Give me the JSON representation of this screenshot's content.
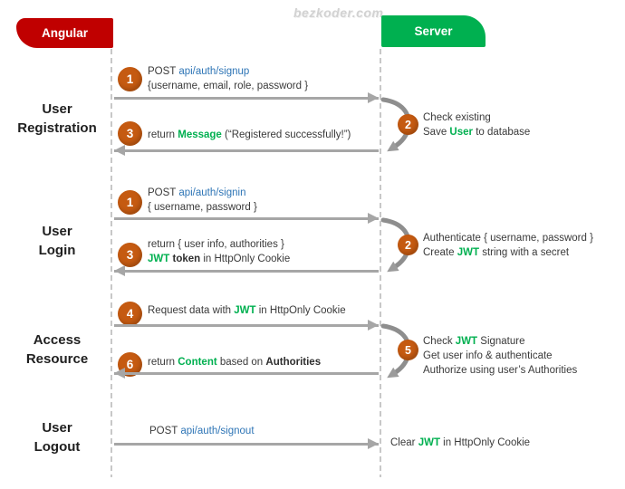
{
  "watermark": "bezkoder.com",
  "actors": {
    "client": "Angular",
    "server": "Server"
  },
  "colors": {
    "client_banner": "#C00000",
    "server_banner": "#00B050",
    "step_circle": "#C55A11",
    "link_blue": "#2E75B6",
    "highlight_green": "#00B050",
    "arrow_gray": "#A6A6A6",
    "body_text": "#3A3A3A"
  },
  "sections": [
    {
      "label_lines": [
        "User",
        "Registration"
      ],
      "client_messages": [
        {
          "step": "1",
          "lines": [
            [
              {
                "t": "POST "
              },
              {
                "t": "api/auth/signup",
                "k": "link"
              }
            ],
            [
              {
                "t": "{username, email, role, password }"
              }
            ]
          ]
        },
        {
          "step": "3",
          "lines": [
            [
              {
                "t": "return "
              },
              {
                "t": "Message",
                "k": "green"
              },
              {
                "t": " (“Registered successfully!”)"
              }
            ]
          ]
        }
      ],
      "server_note": {
        "step": "2",
        "lines": [
          [
            {
              "t": "Check existing"
            }
          ],
          [
            {
              "t": "Save "
            },
            {
              "t": "User",
              "k": "green"
            },
            {
              "t": " to database"
            }
          ]
        ]
      }
    },
    {
      "label_lines": [
        "User",
        "Login"
      ],
      "client_messages": [
        {
          "step": "1",
          "lines": [
            [
              {
                "t": "POST "
              },
              {
                "t": "api/auth/signin",
                "k": "link"
              }
            ],
            [
              {
                "t": "{ username, password }"
              }
            ]
          ]
        },
        {
          "step": "3",
          "lines": [
            [
              {
                "t": "return { user info, authorities }"
              }
            ],
            [
              {
                "t": "JWT",
                "k": "green"
              },
              {
                "t": " "
              },
              {
                "t": "token",
                "k": "bold"
              },
              {
                "t": " in HttpOnly Cookie"
              }
            ]
          ]
        }
      ],
      "server_note": {
        "step": "2",
        "lines": [
          [
            {
              "t": "Authenticate { username, password }"
            }
          ],
          [
            {
              "t": "Create "
            },
            {
              "t": "JWT",
              "k": "green"
            },
            {
              "t": " string with a secret"
            }
          ]
        ]
      }
    },
    {
      "label_lines": [
        "Access",
        "Resource"
      ],
      "client_messages": [
        {
          "step": "4",
          "lines": [
            [
              {
                "t": "Request data with "
              },
              {
                "t": "JWT",
                "k": "green"
              },
              {
                "t": " in HttpOnly Cookie"
              }
            ]
          ]
        },
        {
          "step": "6",
          "lines": [
            [
              {
                "t": "return "
              },
              {
                "t": "Content",
                "k": "green"
              },
              {
                "t": " based on "
              },
              {
                "t": "Authorities",
                "k": "bold"
              }
            ]
          ]
        }
      ],
      "server_note": {
        "step": "5",
        "lines": [
          [
            {
              "t": "Check "
            },
            {
              "t": "JWT",
              "k": "green"
            },
            {
              "t": " Signature"
            }
          ],
          [
            {
              "t": "Get user info & authenticate"
            }
          ],
          [
            {
              "t": "Authorize using user’s Authorities"
            }
          ]
        ]
      }
    },
    {
      "label_lines": [
        "User",
        "Logout"
      ],
      "client_messages": [
        {
          "step": null,
          "lines": [
            [
              {
                "t": "POST "
              },
              {
                "t": "api/auth/signout",
                "k": "link"
              }
            ]
          ]
        }
      ],
      "server_note": {
        "step": null,
        "lines": [
          [
            {
              "t": "Clear "
            },
            {
              "t": "JWT",
              "k": "green"
            },
            {
              "t": " in HttpOnly Cookie"
            }
          ]
        ]
      }
    }
  ]
}
